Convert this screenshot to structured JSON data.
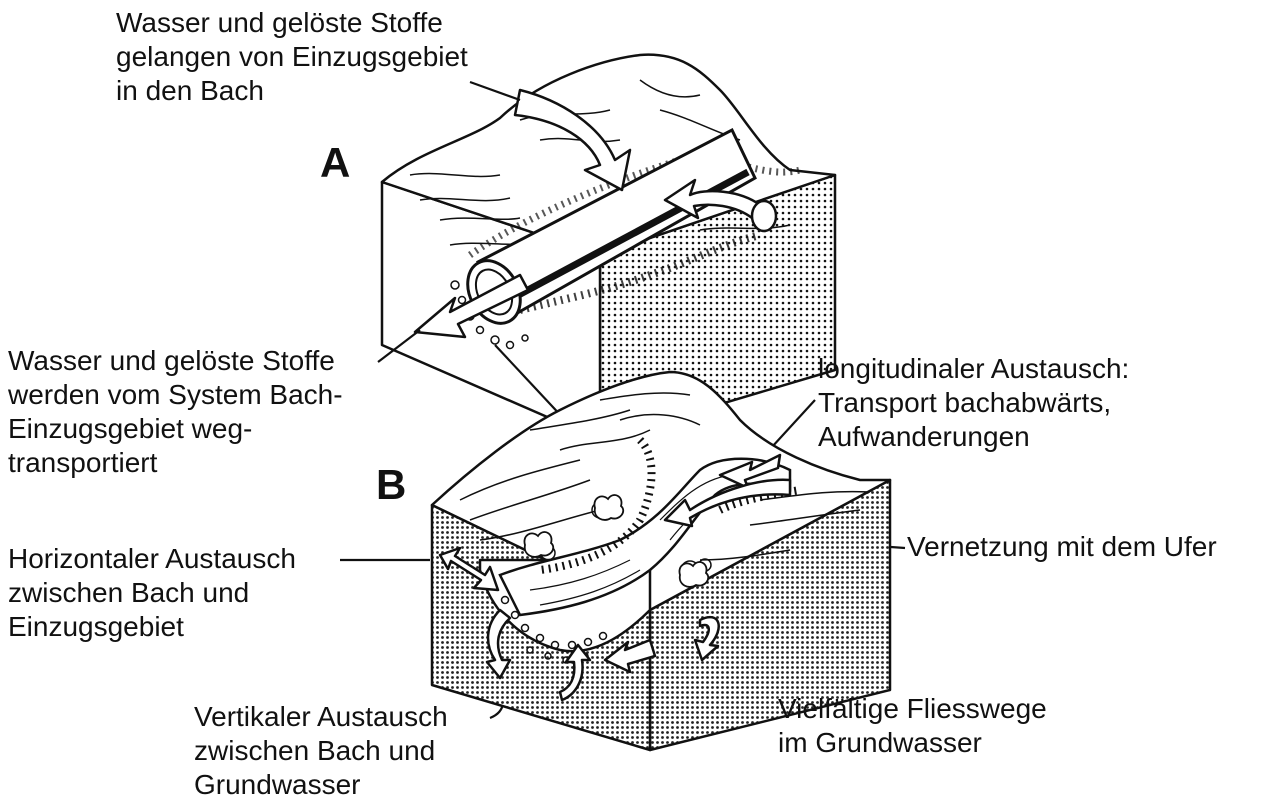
{
  "diagram": {
    "panel_a": {
      "letter": "A",
      "label_inflow": [
        "Wasser und gelöste Stoffe",
        "gelangen von Einzugsgebiet",
        "in den Bach"
      ],
      "label_outflow": [
        "Wasser und gelöste Stoffe",
        "werden vom System Bach-",
        "Einzugsgebiet weg-",
        "transportiert"
      ]
    },
    "panel_b": {
      "letter": "B",
      "label_longitudinal": [
        "longitudinaler Austausch:",
        "Transport bachabwärts,",
        "Aufwanderungen"
      ],
      "label_riparian": [
        "Vernetzung mit dem Ufer"
      ],
      "label_horizontal": [
        "Horizontaler Austausch",
        "zwischen Bach und",
        "Einzugsgebiet"
      ],
      "label_vertical": [
        "Vertikaler Austausch",
        "zwischen Bach und",
        "Grundwasser"
      ],
      "label_groundwater": [
        "Vielfältige Fliesswege",
        "im Grundwasser"
      ]
    },
    "colors": {
      "ink": "#111111",
      "background": "#ffffff"
    }
  }
}
